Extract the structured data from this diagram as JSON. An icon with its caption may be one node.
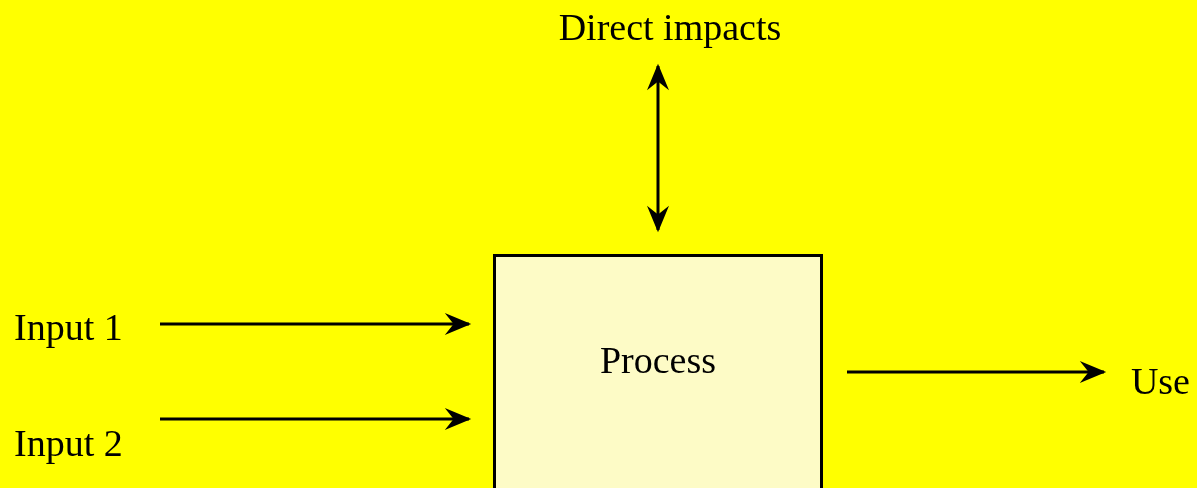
{
  "diagram": {
    "nodes": [
      {
        "text": [
          "Direct impacts"
        ]
      },
      {
        "text": [
          "Process"
        ]
      },
      {
        "text": [
          "Input 1"
        ]
      },
      {
        "text": [
          "Input 2"
        ]
      },
      {
        "text": [
          "Use"
        ]
      }
    ],
    "edges": [
      {
        "from": 0,
        "to": 1,
        "arrow": "both"
      },
      {
        "from": 2,
        "to": 1,
        "arrow": "to"
      },
      {
        "from": 3,
        "to": 1,
        "arrow": "to"
      },
      {
        "from": 1,
        "to": 4,
        "arrow": "to"
      }
    ]
  }
}
